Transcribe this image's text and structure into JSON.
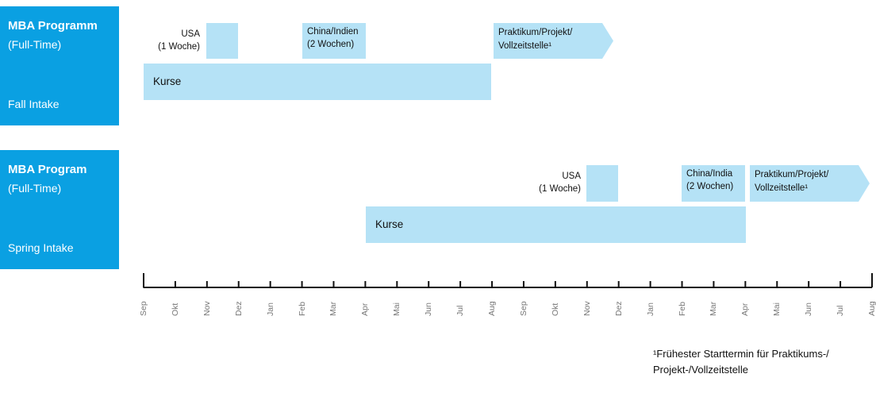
{
  "rows": [
    {
      "title": "MBA Programm",
      "subtitle": "(Full-Time)",
      "intake": "Fall Intake",
      "usa": {
        "line1": "USA",
        "line2": "(1 Woche)"
      },
      "china": {
        "line1": "China/Indien",
        "line2": "(2 Wochen)"
      },
      "kurse": "Kurse",
      "praktikum": {
        "line1": "Praktikum/Projekt/",
        "line2": "Vollzeitstelle¹"
      }
    },
    {
      "title": "MBA Program",
      "subtitle": "(Full-Time)",
      "intake": "Spring Intake",
      "usa": {
        "line1": "USA",
        "line2": "(1 Woche)"
      },
      "china": {
        "line1": "China/India",
        "line2": "(2 Wochen)"
      },
      "kurse": "Kurse",
      "praktikum": {
        "line1": "Praktikum/Projekt/",
        "line2": "Vollzeitstelle¹"
      }
    }
  ],
  "timeline": {
    "months": [
      "Sep",
      "Okt",
      "Nov",
      "Dez",
      "Jan",
      "Feb",
      "Mar",
      "Apr",
      "Mai",
      "Jun",
      "Jul",
      "Aug",
      "Sep",
      "Okt",
      "Nov",
      "Dez",
      "Jan",
      "Feb",
      "Mar",
      "Apr",
      "Mai",
      "Jun",
      "Jul",
      "Aug"
    ]
  },
  "footnote": {
    "line1": "¹Frühester Starttermin für Praktikums-/",
    "line2": "Projekt-/Vollzeitstelle"
  },
  "colors": {
    "header_blue": "#0aa0e2",
    "block_blue": "#b5e2f6"
  }
}
